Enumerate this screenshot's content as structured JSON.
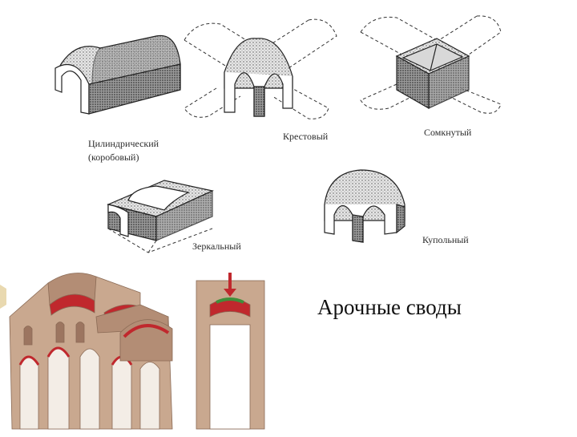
{
  "slide": {
    "caption": "Арочные своды"
  },
  "vault_types": {
    "cylindrical_line1": "Цилиндрический",
    "cylindrical_line2": "(коробовый)",
    "cross": "Крестовый",
    "closed": "Сомкнутый",
    "mirror": "Зеркальный",
    "dome": "Купольный"
  },
  "colors": {
    "stone": "#c9a88f",
    "stone_dark": "#9c7560",
    "arch_red": "#c0282d",
    "arch_green": "#3f8f3a",
    "sketch_ink": "#2a2a2a"
  }
}
